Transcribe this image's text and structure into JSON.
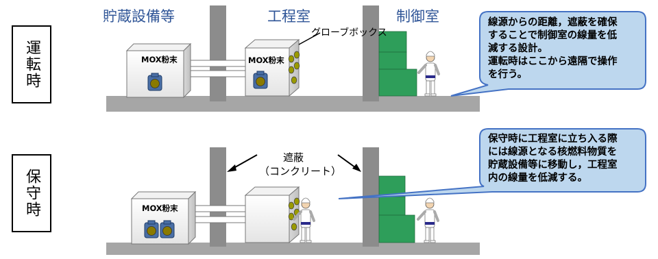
{
  "modes": {
    "operation": "運転時",
    "maintenance": "保守時"
  },
  "room_titles": {
    "storage": "貯蔵設備等",
    "process": "工程室",
    "control": "制御室"
  },
  "labels": {
    "glovebox": "グローブボックス",
    "mox_powder": "MOX粉末",
    "shield_line1": "遮蔽",
    "shield_line2": "（コンクリート）"
  },
  "callouts": {
    "operation": [
      "線源からの距離，遮蔽を確保",
      "することで制御室の線量を低",
      "減する設計。",
      "運転時はここから遠隔で操作",
      "を行う。"
    ],
    "maintenance": [
      "保守時に工程室に立ち入る際",
      "には線源となる核燃料物質を",
      "貯蔵設備等に移動し，工程室",
      "内の線量を低減する。"
    ]
  },
  "colors": {
    "floor": "#a6a6a6",
    "wall": "#8c8c8c",
    "shield_block": "#2e9e5a",
    "bubble_fill": "#bdd7ee",
    "bubble_stroke": "#4472c4",
    "title": "#2f5597",
    "container": "#4a6fa5",
    "powder": "#8a7a00",
    "port": "#9a9a00"
  },
  "icons": [
    "worker-icon",
    "mox-container-icon",
    "glove-port-icon",
    "arrow-icon"
  ]
}
